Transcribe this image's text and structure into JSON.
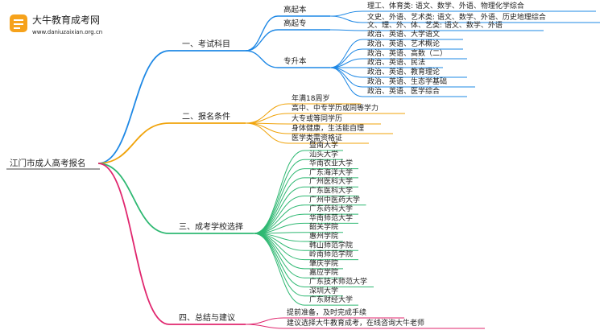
{
  "logo": {
    "name": "大牛教育成考网",
    "url": "www.daniuzaixian.org.cn"
  },
  "root": "江门市成人高考报名",
  "branches": {
    "exam": {
      "label": "一、考试科目",
      "color": "#1e88e5",
      "gaoqiben": {
        "label": "高起本",
        "items": [
          "理工、体育类: 语文、数学、外语、物理化学综合",
          "文史、外语、艺术类: 语文、数学、外语、历史地理综合"
        ]
      },
      "gaoqizhuan": {
        "label": "高起专",
        "items": [
          "文、理、外、体、艺类: 语文、数学、外语"
        ]
      },
      "zhuanshengben": {
        "label": "专升本",
        "items": [
          "政治、英语、大学语文",
          "政治、英语、艺术概论",
          "政治、英语、高数（二）",
          "政治、英语、民法",
          "政治、英语、教育理论",
          "政治、英语、生态学基础",
          "政治、英语、医学综合"
        ]
      }
    },
    "conditions": {
      "label": "二、报名条件",
      "color": "#f0a30a",
      "items": [
        "年满18周岁",
        "高中、中专学历或同等学力",
        "大专或等同学历",
        "身体健康，生活能自理",
        "医学类需资格证"
      ]
    },
    "schools": {
      "label": "三、成考学校选择",
      "color": "#2eb872",
      "items": [
        "暨南大学",
        "汕头大学",
        "华南农业大学",
        "广东海洋大学",
        "广州医科大学",
        "广东医科大学",
        "广州中医药大学",
        "广东药科大学",
        "华南师范大学",
        "韶关学院",
        "惠州学院",
        "韩山师范学院",
        "岭南师范学院",
        "肇庆学院",
        "嘉应学院",
        "广东技术师范大学",
        "深圳大学",
        "广东财经大学"
      ]
    },
    "advice": {
      "label": "四、总结与建议",
      "color": "#e0266e",
      "items": [
        "提前准备，及时完成手续",
        "建议选择大牛教育成考，在线咨询大牛老师"
      ]
    }
  }
}
